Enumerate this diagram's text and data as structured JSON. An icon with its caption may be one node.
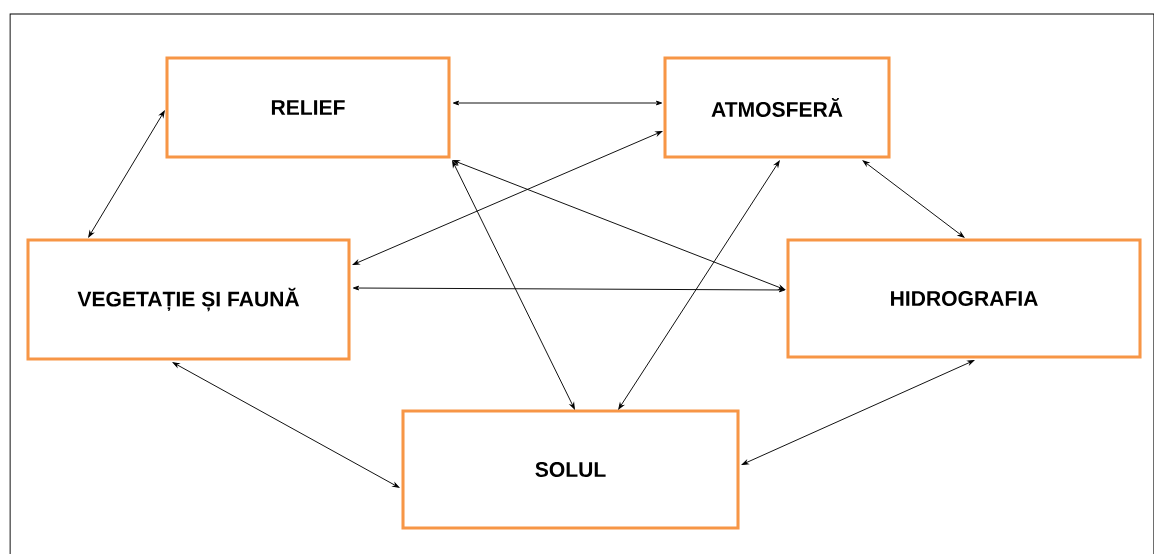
{
  "diagram": {
    "nodes": [
      {
        "text": [
          "RELIEF"
        ]
      },
      {
        "text": [
          "ATMOSFERĂ"
        ]
      },
      {
        "text": [
          "VEGETAȚIE ȘI FAUNĂ"
        ]
      },
      {
        "text": [
          "HIDROGRAFIA"
        ]
      },
      {
        "text": [
          "SOLUL"
        ]
      }
    ],
    "edges": [
      {
        "from": 0,
        "to": 1,
        "arrow": "both"
      },
      {
        "from": 0,
        "to": 2,
        "arrow": "both"
      },
      {
        "from": 1,
        "to": 3,
        "arrow": "both"
      },
      {
        "from": 1,
        "to": 2,
        "arrow": "both"
      },
      {
        "from": 0,
        "to": 3,
        "arrow": "both"
      },
      {
        "from": 2,
        "to": 3,
        "arrow": "both"
      },
      {
        "from": 0,
        "to": 4,
        "arrow": "both"
      },
      {
        "from": 1,
        "to": 4,
        "arrow": "both"
      },
      {
        "from": 2,
        "to": 4,
        "arrow": "both"
      },
      {
        "from": 3,
        "to": 4,
        "arrow": "both"
      }
    ]
  }
}
